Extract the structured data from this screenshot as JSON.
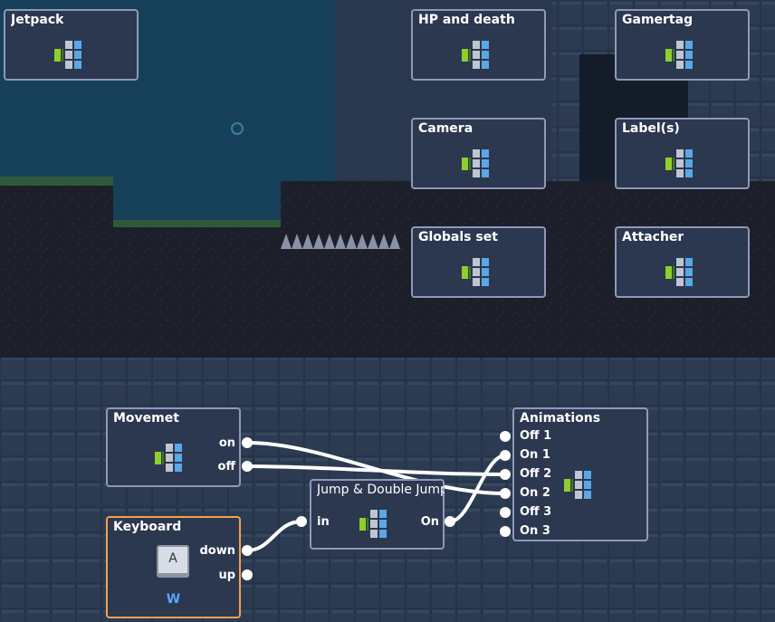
{
  "nodes": {
    "jetpack": {
      "title": "Jetpack"
    },
    "hp_death": {
      "title": "HP and death"
    },
    "gamertag": {
      "title": "Gamertag"
    },
    "camera": {
      "title": "Camera"
    },
    "labels": {
      "title": "Label(s)"
    },
    "globals": {
      "title": "Globals set"
    },
    "attacher": {
      "title": "Attacher"
    },
    "movement": {
      "title": "Movemet",
      "outputs": [
        "on",
        "off"
      ]
    },
    "keyboard": {
      "title": "Keyboard",
      "key_label": "A",
      "key_name": "W",
      "outputs": [
        "down",
        "up"
      ]
    },
    "jump": {
      "title": "Jump & Double Jump",
      "input": "in",
      "output": "On"
    },
    "animations": {
      "title": "Animations",
      "inputs": [
        "Off 1",
        "On 1",
        "Off 2",
        "On 2",
        "Off 3",
        "On 3"
      ]
    }
  },
  "colors": {
    "node_border": "#8e99b8",
    "selected_border": "#f2a24b",
    "key_name": "#5aa5ff"
  }
}
